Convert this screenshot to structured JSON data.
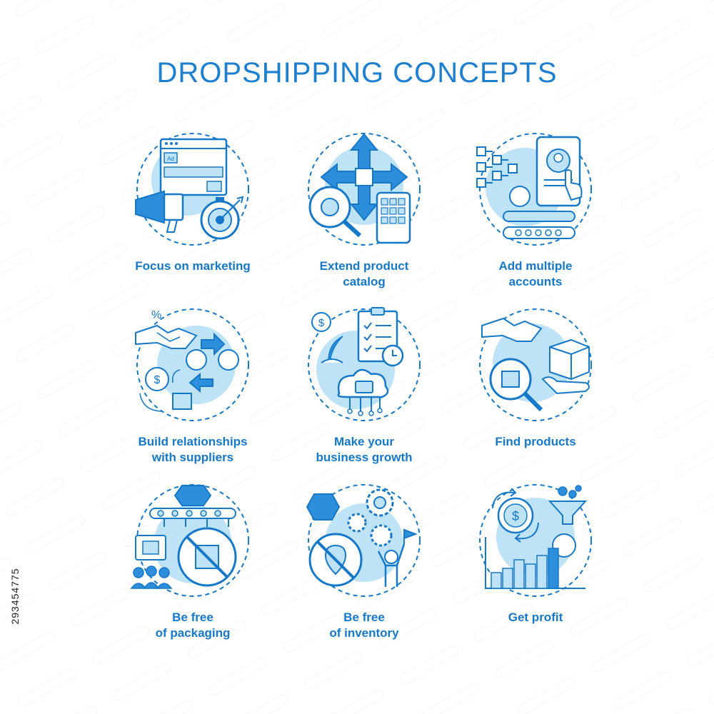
{
  "title": "DROPSHIPPING CONCEPTS",
  "colors": {
    "primary": "#1578c8",
    "light": "#bfe3f6",
    "accent": "#2d8fdc"
  },
  "concepts": [
    {
      "label": "Focus on marketing",
      "icon": "megaphone-target-icon",
      "ad_label": "Ad"
    },
    {
      "label": "Extend product\ncatalog",
      "icon": "catalog-expand-icon"
    },
    {
      "label": "Add multiple\naccounts",
      "icon": "accounts-network-icon"
    },
    {
      "label": "Build relationships\nwith suppliers",
      "icon": "handshake-suppliers-icon",
      "percent": "%",
      "currency": "$"
    },
    {
      "label": "Make your\nbusiness growth",
      "icon": "growth-cloud-icon",
      "currency": "$"
    },
    {
      "label": "Find products",
      "icon": "find-products-icon"
    },
    {
      "label": "Be free\nof packaging",
      "icon": "no-packaging-icon"
    },
    {
      "label": "Be free\nof inventory",
      "icon": "no-inventory-icon"
    },
    {
      "label": "Get profit",
      "icon": "profit-chart-icon",
      "currency": "$"
    }
  ],
  "stock_id": "293454775"
}
